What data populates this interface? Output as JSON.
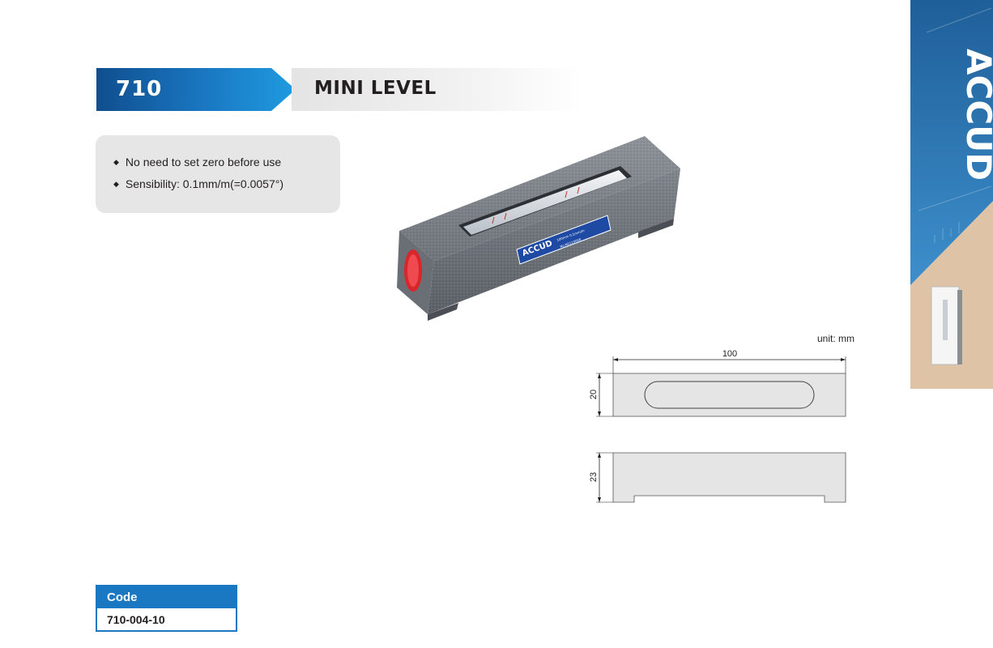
{
  "header": {
    "number": "710",
    "title": "MINI LEVEL"
  },
  "features": [
    "No need to set zero before use",
    "Sensibility: 0.1mm/m(=0.0057°)"
  ],
  "photo": {
    "brand_label": "ACCUD",
    "plate_line1": "100mm  0.1mm/m",
    "plate_line2": "No.N0110000"
  },
  "drawing": {
    "unit": "unit: mm",
    "length": "100",
    "width": "20",
    "height": "23"
  },
  "code_table": {
    "header": "Code",
    "value": "710-004-10"
  },
  "brand": {
    "logo_text": "ACCUD"
  },
  "colors": {
    "accent_blue": "#1a78c2",
    "dark_blue": "#0f4e8e",
    "feature_bg": "#e6e6e6",
    "side_tan": "#dfc3a6"
  }
}
